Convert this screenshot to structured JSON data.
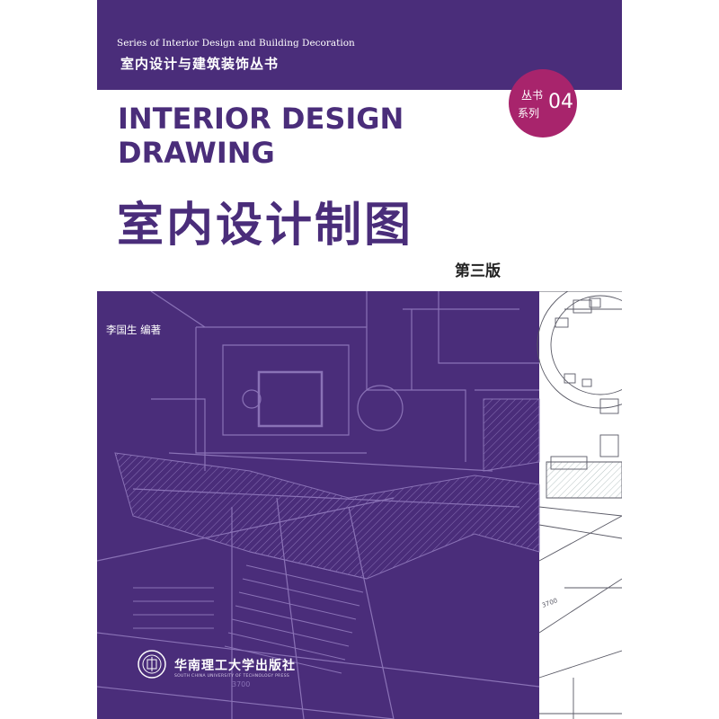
{
  "cover": {
    "series_en": "Series of Interior Design and Building Decoration",
    "series_cn": "室内设计与建筑装饰丛书",
    "badge": {
      "line1": "丛书",
      "line2": "系列",
      "number": "04"
    },
    "title_en_line1": "INTERIOR DESIGN",
    "title_en_line2": "DRAWING",
    "title_cn": "室内设计制图",
    "edition": "第三版",
    "author": "李国生  编著",
    "publisher_cn": "华南理工大学出版社",
    "publisher_en": "SOUTH CHINA UNIVERSITY OF TECHNOLOGY PRESS",
    "plan_labels": {
      "dim1": "3700",
      "dim2": "3700"
    }
  },
  "colors": {
    "purple": "#4a2d7a",
    "magenta": "#a8246c",
    "white": "#ffffff"
  }
}
